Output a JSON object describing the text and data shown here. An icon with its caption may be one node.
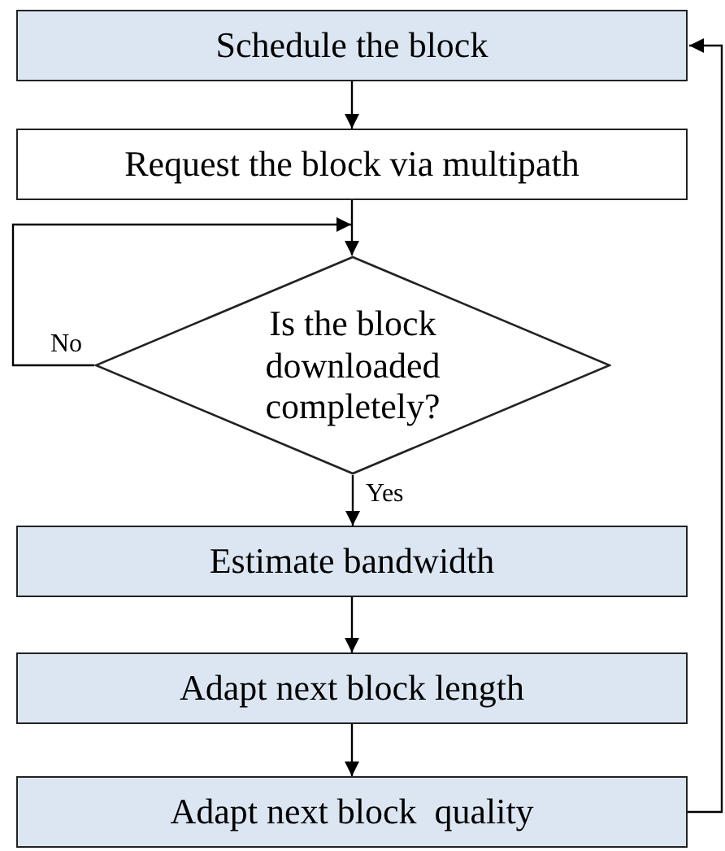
{
  "diagram": {
    "nodes": [
      {
        "text": [
          "Schedule the block"
        ]
      },
      {
        "text": [
          "Request the block via multipath"
        ]
      },
      {
        "text": [
          "Is the block downloaded completely?"
        ]
      },
      {
        "text": [
          "Estimate bandwidth"
        ]
      },
      {
        "text": [
          "Adapt next block length"
        ]
      },
      {
        "text": [
          "Adapt next block  quality"
        ]
      }
    ],
    "edges": [
      {
        "from": 0,
        "to": 1,
        "arrow": "to"
      },
      {
        "from": 1,
        "to": 2,
        "arrow": "to"
      },
      {
        "from": 2,
        "to": 2,
        "arrow": "to",
        "label": "No"
      },
      {
        "from": 2,
        "to": 3,
        "arrow": "to",
        "label": "Yes"
      },
      {
        "from": 3,
        "to": 4,
        "arrow": "to"
      },
      {
        "from": 4,
        "to": 5,
        "arrow": "to"
      },
      {
        "from": 5,
        "to": 0,
        "arrow": "to"
      }
    ]
  }
}
